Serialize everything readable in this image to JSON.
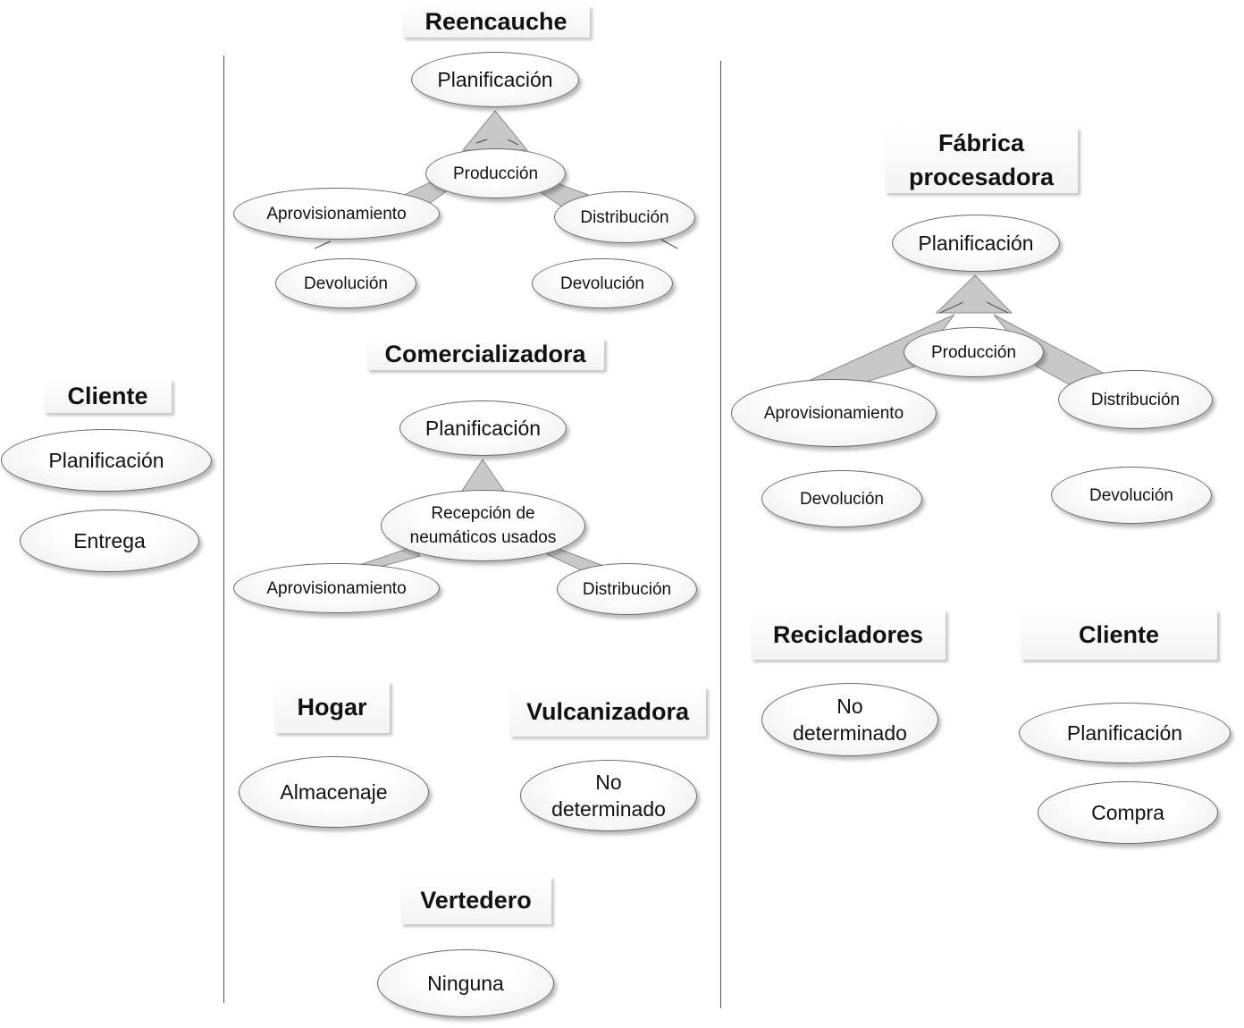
{
  "reencauche": {
    "title": "Reencauche",
    "planificacion": "Planificación",
    "produccion": "Producción",
    "aprovisionamiento": "Aprovisionamiento",
    "distribucion": "Distribución",
    "devolucion_left": "Devolución",
    "devolucion_right": "Devolución"
  },
  "comercializadora": {
    "title": "Comercializadora",
    "planificacion": "Planificación",
    "recepcion": "Recepción de\nneumáticos usados",
    "aprovisionamiento": "Aprovisionamiento",
    "distribucion": "Distribución"
  },
  "cliente_left": {
    "title": "Cliente",
    "planificacion": "Planificación",
    "entrega": "Entrega"
  },
  "hogar": {
    "title": "Hogar",
    "almacenaje": "Almacenaje"
  },
  "vulcanizadora": {
    "title": "Vulcanizadora",
    "no_determinado": "No\ndeterminado"
  },
  "vertedero": {
    "title": "Vertedero",
    "ninguna": "Ninguna"
  },
  "fabrica": {
    "title": "Fábrica\nprocesadora",
    "planificacion": "Planificación",
    "produccion": "Producción",
    "aprovisionamiento": "Aprovisionamiento",
    "distribucion": "Distribución",
    "devolucion_left": "Devolución",
    "devolucion_right": "Devolución"
  },
  "recicladores": {
    "title": "Recicladores",
    "no_determinado": "No\ndeterminado"
  },
  "cliente_right": {
    "title": "Cliente",
    "planificacion": "Planificación",
    "compra": "Compra"
  },
  "colors": {
    "connector_fill": "#c8c8c8",
    "connector_stroke": "#6b6b6b",
    "divider": "#555555"
  }
}
